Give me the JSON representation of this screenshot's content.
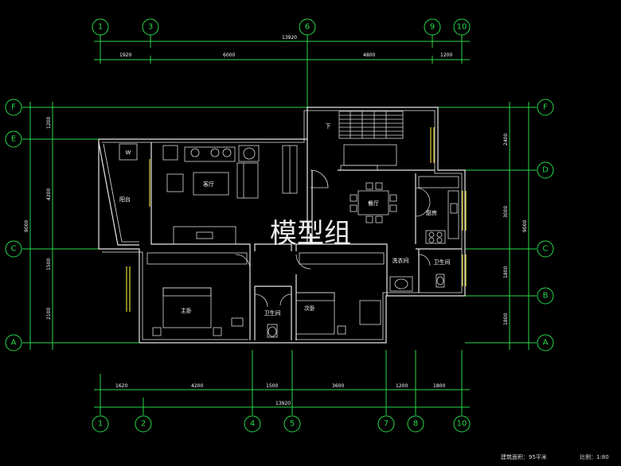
{
  "axes_top": [
    "1",
    "3",
    "6",
    "9",
    "10"
  ],
  "axes_bottom": [
    "1",
    "2",
    "4",
    "5",
    "7",
    "8",
    "10"
  ],
  "axes_left": [
    "F",
    "E",
    "C",
    "A"
  ],
  "axes_right": [
    "F",
    "D",
    "C",
    "B",
    "A"
  ],
  "dims": {
    "top_total": "13920",
    "top": [
      "1920",
      "6000",
      "4800",
      "1200"
    ],
    "bottom": [
      "1620",
      "4200",
      "1500",
      "3600",
      "1200",
      "1800"
    ],
    "bottom_total": "13920",
    "left": [
      "1200",
      "4200",
      "1500",
      "2100"
    ],
    "left_total": "9000",
    "right": [
      "2400",
      "3000",
      "1800",
      "1800"
    ],
    "right_total": "9000"
  },
  "rooms": {
    "balcony": "阳台",
    "washer": "W",
    "living": "客厅",
    "dining": "餐厅",
    "kitchen": "厨房",
    "laundry": "洗衣间",
    "bath_right": "卫生间",
    "master": "主卧",
    "bath_mid": "卫生间",
    "second": "次卧",
    "stair_down": "下"
  },
  "watermark": "模型组",
  "footer": {
    "area": "建筑面积：95平米",
    "scale": "比例：1:80"
  },
  "colors": {
    "axis": "#27d94a",
    "wall": "#e8e8e8",
    "window": "#e6d43a",
    "background": "#000000"
  }
}
